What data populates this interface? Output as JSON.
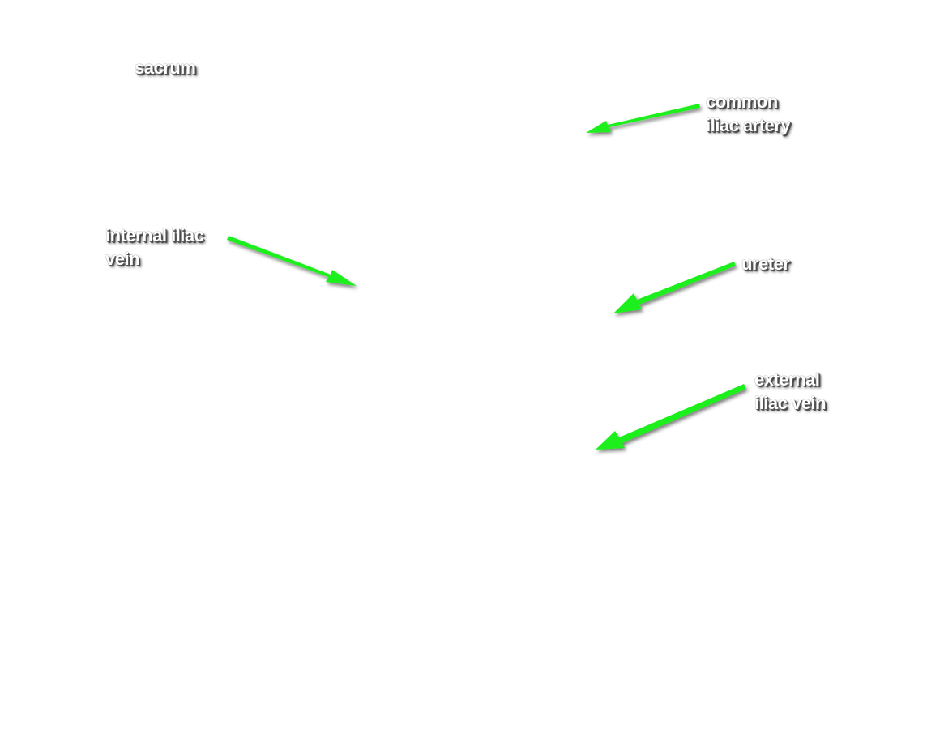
{
  "labels": {
    "sacrum": {
      "line1": "sacrum"
    },
    "common_iliac_artery": {
      "line1": "common",
      "line2": "iliac artery"
    },
    "internal_iliac_vein": {
      "line1": "internal iliac",
      "line2": "vein"
    },
    "ureter": {
      "line1": "ureter"
    },
    "external_iliac_vein": {
      "line1": "external",
      "line2": "iliac vein"
    }
  },
  "colors": {
    "arrow": "#1fef1f",
    "label_text": "#ffffff",
    "background": "#ffffff"
  }
}
